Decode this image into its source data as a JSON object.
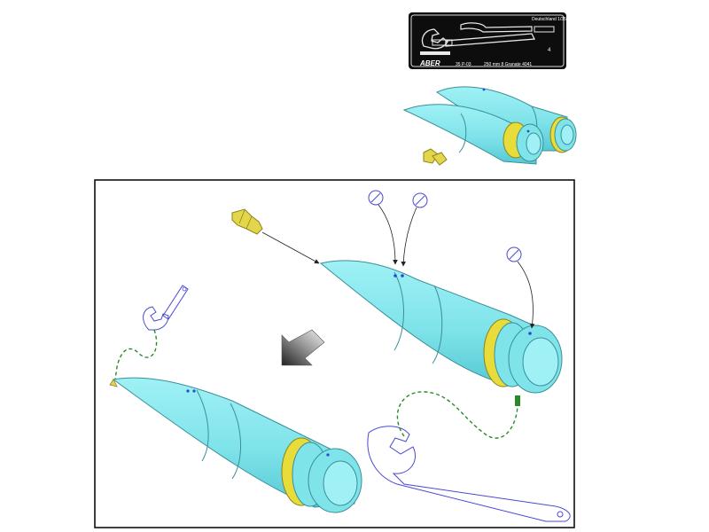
{
  "photo_etch_sheet": {
    "code": "ABER 35 P-03",
    "brand": "ABER",
    "number": "35 P-03",
    "caption": "250 mm 8 Granate 4041",
    "header": "Deutschland 1/35",
    "part_number": "4"
  },
  "colors": {
    "shell_body": "#7fe3ea",
    "shell_shadow": "#56c9d3",
    "driving_band": "#e7dc3a",
    "fuze": "#e4d64a",
    "wrench": "#4a4ad0",
    "guide_line": "#2a8a2a",
    "arrow_dark": "#333333",
    "frame": "#000000"
  },
  "icons": [
    "arrow-icon",
    "screw-icon",
    "wrench-icon",
    "fuze-icon"
  ]
}
